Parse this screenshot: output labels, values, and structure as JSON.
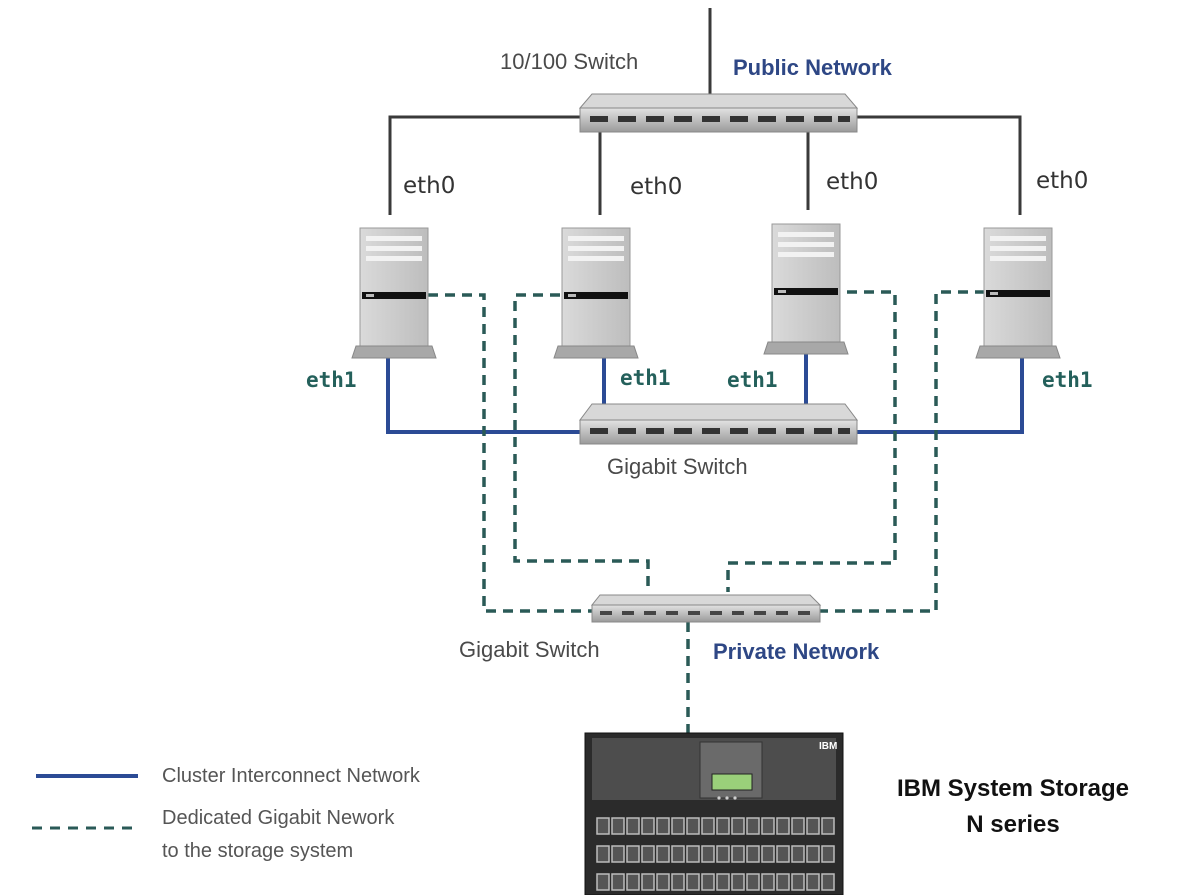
{
  "labels": {
    "top_switch": "10/100 Switch",
    "public_network": "Public Network",
    "eth0": [
      "eth0",
      "eth0",
      "eth0",
      "eth0"
    ],
    "eth1": [
      "eth1",
      "eth1",
      "eth1",
      "eth1"
    ],
    "gigabit_switch_middle": "Gigabit Switch",
    "gigabit_switch_bottom": "Gigabit Switch",
    "private_network": "Private Network"
  },
  "storage": {
    "title_line1": "IBM System Storage",
    "title_line2": "N series",
    "brand_mark": "IBM"
  },
  "legend": {
    "solid_label": "Cluster Interconnect Network",
    "dashed_label_line1": "Dedicated Gigabit Nework",
    "dashed_label_line2": "to the storage system"
  },
  "colors": {
    "public_line": "#3a3a3a",
    "cluster_line": "#2b4b95",
    "storage_line": "#2a5a57",
    "label_blue": "#2e4785",
    "server_body": "#cfcfcf"
  }
}
